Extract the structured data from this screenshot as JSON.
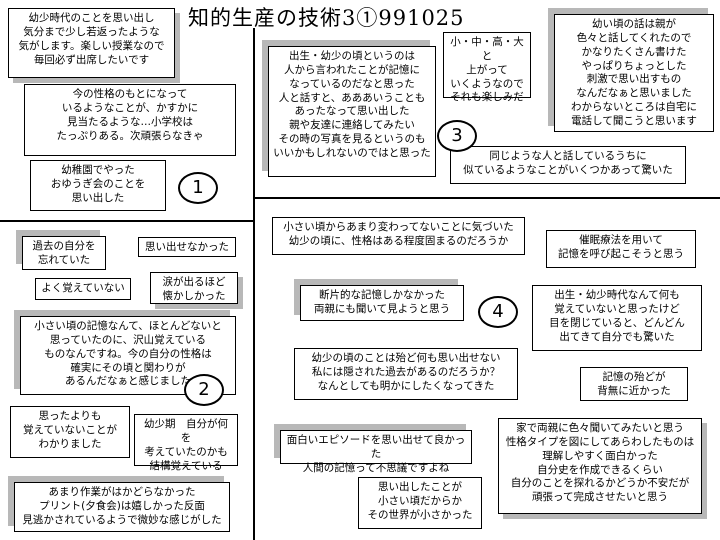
{
  "title": "知的生産の技術3①991025",
  "sections": {
    "s1": {
      "marker": "1",
      "notes": [
        "幼少時代のことを思い出し\n気分まで少し若返ったような\n気がします。楽しい授業なので\n毎回必ず出席したいです",
        "今の性格のもとになって\nいるようなことが、かすかに\n見当たるような…小学校は\nたっぷりある。次頑張らなきゃ",
        "幼稚園でやった\nおゆうぎ会のことを\n思い出した"
      ]
    },
    "s2": {
      "marker": "2",
      "notes": [
        "過去の自分を\n忘れていた",
        "思い出せなかった",
        "よく覚えていない",
        "涙が出るほど\n懐かしかった",
        "小さい頃の記憶なんて、ほとんどないと\n思っていたのに、沢山覚えている\nものなんですね。今の自分の性格は\n確実にその頃と関わりが\nあるんだなぁと感じました",
        "思ったよりも\n覚えていないことが\nわかりました",
        "幼少期　自分が何を\n考えていたのかも\n結構覚えている",
        "あまり作業がはかどらなかった\nプリント(夕食会)は嬉しかった反面\n見逃かされているようで微妙な感じがした"
      ]
    },
    "s3": {
      "marker": "3",
      "notes": [
        "出生・幼少の頃というのは\n人から言われたことが記憶に\nなっているのだなと思った\n人と話すと、あああいうことも\nあったなって思い出した\n親や友達に連絡してみたい\nその時の写真を見るというのも\nいいかもしれないのではと思った",
        "小・中・高・大と\n上がって\nいくようなので\nそれも楽しみだ",
        "幼い頃の話は親が\n色々と話してくれたので\nかなりたくさん書けた\nやっぱりちょっとした\n刺激で思い出すもの\nなんだなぁと思いました\nわからないところは自宅に\n電話して聞こうと思います",
        "同じような人と話しているうちに\n似ているようなことがいくつかあって驚いた"
      ]
    },
    "s4": {
      "marker": "4",
      "notes": [
        "小さい頃からあまり変わってないことに気づいた\n幼少の頃に、性格はある程度固まるのだろうか",
        "催眠療法を用いて\n記憶を呼び起こそうと思う",
        "断片的な記憶しかなかった\n両親にも聞いて見ようと思う",
        "出生・幼少時代なんて何も\n覚えていないと思ったけど\n目を閉じていると、どんどん\n出てきて自分でも驚いた",
        "幼少の頃のことは殆ど何も思い出せない\n私には隠された過去があるのだろうか？\nなんとしても明かにしたくなってきた",
        "記憶の殆どが\n背無に近かった",
        "面白いエピソードを思い出せて良かった\n人間の記憶って不思議ですよね",
        "家で両親に色々聞いてみたいと思う\n性格タイプを図にしてあらわしたものは\n理解しやすく面白かった\n自分史を作成できるくらい\n自分のことを探れるかどうか不安だが\n頑張って完成させたいと思う",
        "思い出したことが\n小さい頃だからか\nその世界が小さかった"
      ]
    }
  }
}
